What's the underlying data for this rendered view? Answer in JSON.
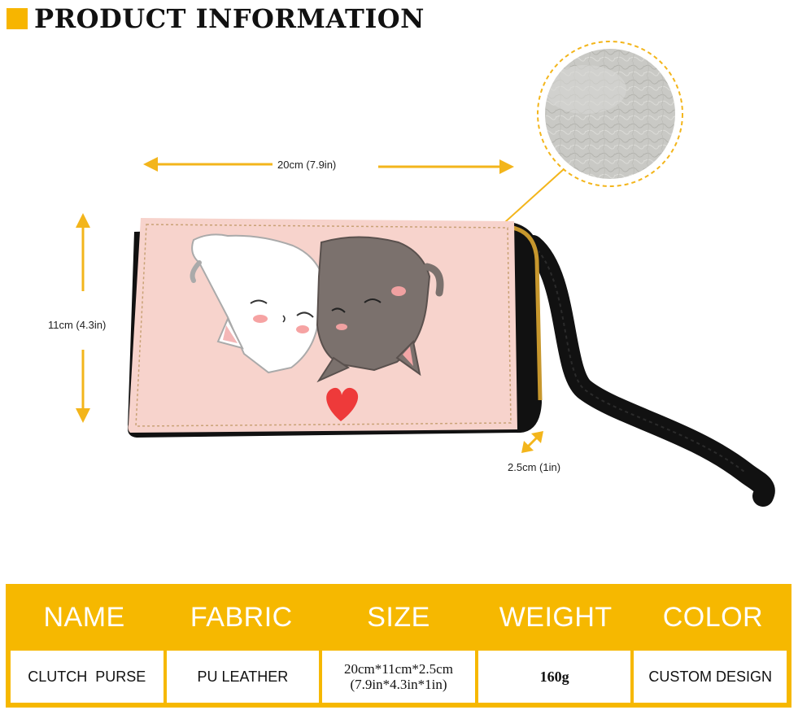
{
  "header": {
    "title": "PRODUCT INFORMATION"
  },
  "dimensions": {
    "width_label": "20cm (7.9in)",
    "height_label": "11cm (4.3in)",
    "depth_label": "2.5cm (1in)"
  },
  "material_swatch": {
    "icon": "leather-texture-icon",
    "color": "#c9c9c5"
  },
  "product_image": {
    "icon": "kissing-cats-wallet-icon",
    "body_color": "#f7d3cc",
    "heart_color": "#ee3a3a",
    "strap_color": "#111111"
  },
  "colors": {
    "accent": "#f6b800",
    "dimension_line": "#f3b51b"
  },
  "spec_table": {
    "headers": [
      "NAME",
      "FABRIC",
      "SIZE",
      "WEIGHT",
      "COLOR"
    ],
    "values": {
      "name": "CLUTCH  PURSE",
      "fabric": "PU LEATHER",
      "size_line1": "20cm*11cm*2.5cm",
      "size_line2": "(7.9in*4.3in*1in)",
      "weight": "160g",
      "color": "CUSTOM DESIGN"
    }
  }
}
